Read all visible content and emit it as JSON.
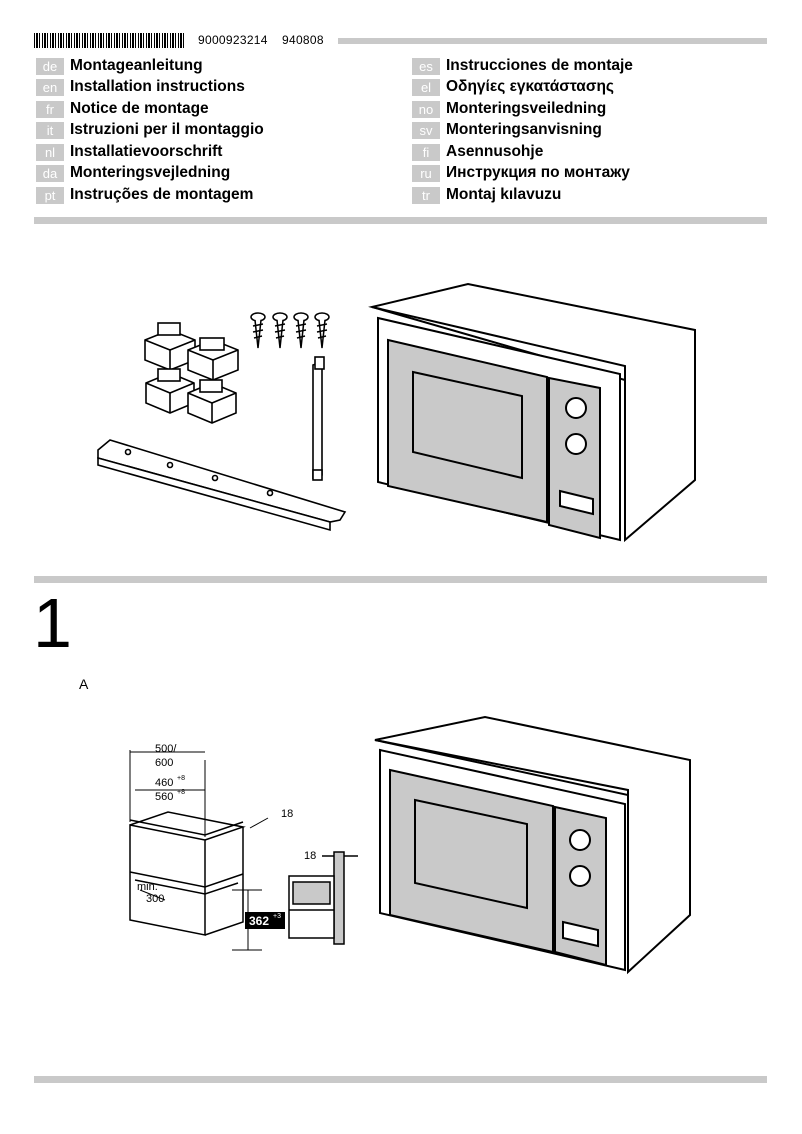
{
  "header": {
    "code1": "9000923214",
    "code2": "940808"
  },
  "languages_left": [
    {
      "code": "de",
      "text": "Montageanleitung"
    },
    {
      "code": "en",
      "text": "Installation instructions"
    },
    {
      "code": "fr",
      "text": "Notice de montage"
    },
    {
      "code": "it",
      "text": "Istruzioni per il montaggio"
    },
    {
      "code": "nl",
      "text": "Installatievoorschrift"
    },
    {
      "code": "da",
      "text": "Monteringsvejledning"
    },
    {
      "code": "pt",
      "text": "Instruções de montagem"
    }
  ],
  "languages_right": [
    {
      "code": "es",
      "text": "Instrucciones de montaje"
    },
    {
      "code": "el",
      "text": "Οδηγίες εγκατάστασης"
    },
    {
      "code": "no",
      "text": "Monteringsveiledning"
    },
    {
      "code": "sv",
      "text": "Monteringsanvisning"
    },
    {
      "code": "fi",
      "text": "Asennusohje"
    },
    {
      "code": "ru",
      "text": "Инструкция по монтажу"
    },
    {
      "code": "tr",
      "text": "Montaj kılavuzu"
    }
  ],
  "step": {
    "number": "1",
    "label": "A"
  },
  "dimensions": {
    "depth": "500/",
    "depth2": "600",
    "width1": "460",
    "width1_tol": "+8",
    "width2": "560",
    "width2_tol": "+8",
    "panel": "18",
    "min_label": "min.",
    "min_value": "300",
    "height": "362",
    "height_tol": "+3",
    "side_panel": "18"
  }
}
